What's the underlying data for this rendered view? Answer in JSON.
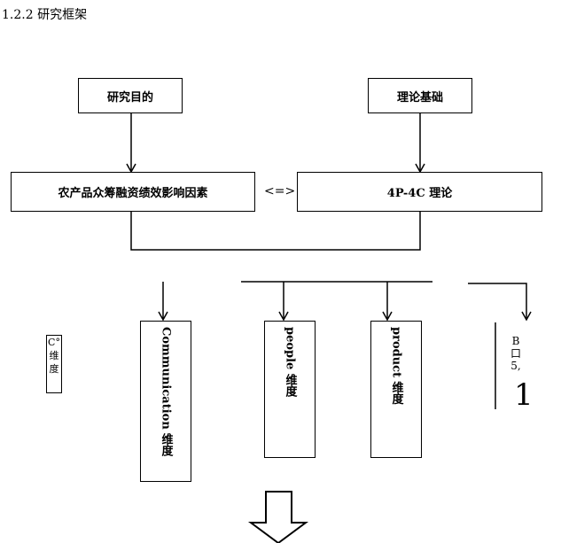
{
  "section_heading": "1.2.2 研究框架",
  "top_left_box": "研究目的",
  "top_right_box": "理论基础",
  "mid_left_box": "农产品众筹融资绩效影响因素",
  "mid_arrow": "<=>",
  "mid_right_box": "4P-4C 理论",
  "cost_box": "C°\n维\n度",
  "dimensions": [
    {
      "label": "Communication 维度"
    },
    {
      "label": "people 维度"
    },
    {
      "label": "product 维度"
    }
  ],
  "partial_box_text": "B\n口\n5,",
  "partial_box_big": "1"
}
